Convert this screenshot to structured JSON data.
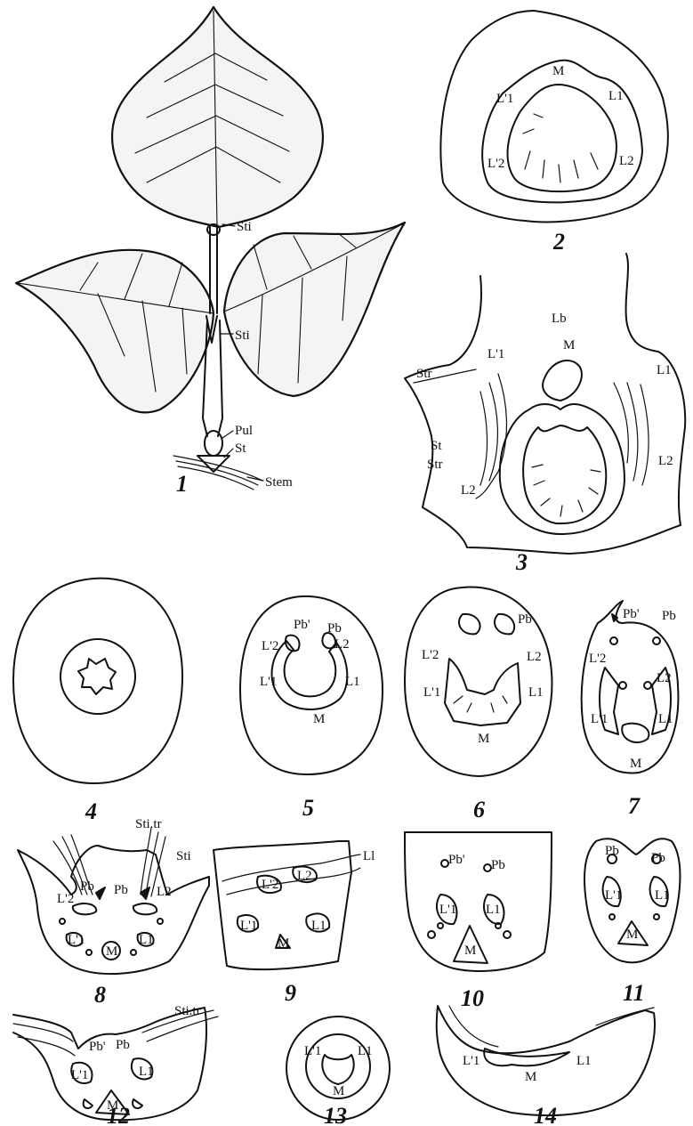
{
  "figure_numbers": [
    "1",
    "2",
    "3",
    "4",
    "5",
    "6",
    "7",
    "8",
    "9",
    "10",
    "11",
    "12",
    "13",
    "14"
  ],
  "fig1": {
    "sti_top": "Sti",
    "sti_mid": "Sti",
    "pul": "Pul",
    "st": "St",
    "stem": "Stem"
  },
  "fig2": {
    "m": "M",
    "l1p": "L'1",
    "l1": "L1",
    "l2p": "L'2",
    "l2": "L2"
  },
  "fig3": {
    "lb": "Lb",
    "m": "M",
    "l1p": "L'1",
    "l1": "L1",
    "l2p": "L2",
    "l2": "L2",
    "str_top": "Str",
    "st": "St",
    "str_bot": "Str"
  },
  "fig5": {
    "pbp": "Pb'",
    "pb": "Pb",
    "l2p": "L'2",
    "l2": "L2",
    "l1p": "L'1",
    "l1": "L1",
    "m": "M"
  },
  "fig6": {
    "pb": "Pb",
    "l2p": "L'2",
    "l2": "L2",
    "l1p": "L'1",
    "l1": "L1",
    "m": "M"
  },
  "fig7": {
    "pbp": "Pb'",
    "pb": "Pb",
    "l2p": "L'2",
    "l2": "L2",
    "l1p": "L'1",
    "l1": "L1",
    "m": "M"
  },
  "fig8": {
    "stitr": "Sti.tr",
    "sti": "Sti",
    "pbp": "Pb",
    "pb": "Pb",
    "l2p": "L'2",
    "l2": "L2",
    "l1p": "L'1",
    "l1": "L1",
    "m": "M"
  },
  "fig9": {
    "ll": "Ll",
    "l2p": "L'2",
    "l2": "L2",
    "l1p": "L'1",
    "l1": "L1",
    "m": "M"
  },
  "fig10": {
    "pbp": "Pb'",
    "pb": "Pb",
    "l1p": "L'1",
    "l1": "L1",
    "m": "M"
  },
  "fig11": {
    "pbp": "Pb",
    "pb": "Pb",
    "l1p": "L'1",
    "l1": "L1",
    "m": "M"
  },
  "fig12": {
    "pbp": "Pb'",
    "pb": "Pb",
    "stitr": "Sti.tr",
    "l1p": "L'1",
    "l1": "L1",
    "m": "M"
  },
  "fig13": {
    "l1p": "L'1",
    "l1": "L1",
    "m": "M"
  },
  "fig14": {
    "l1p": "L'1",
    "l1": "L1",
    "m": "M"
  }
}
